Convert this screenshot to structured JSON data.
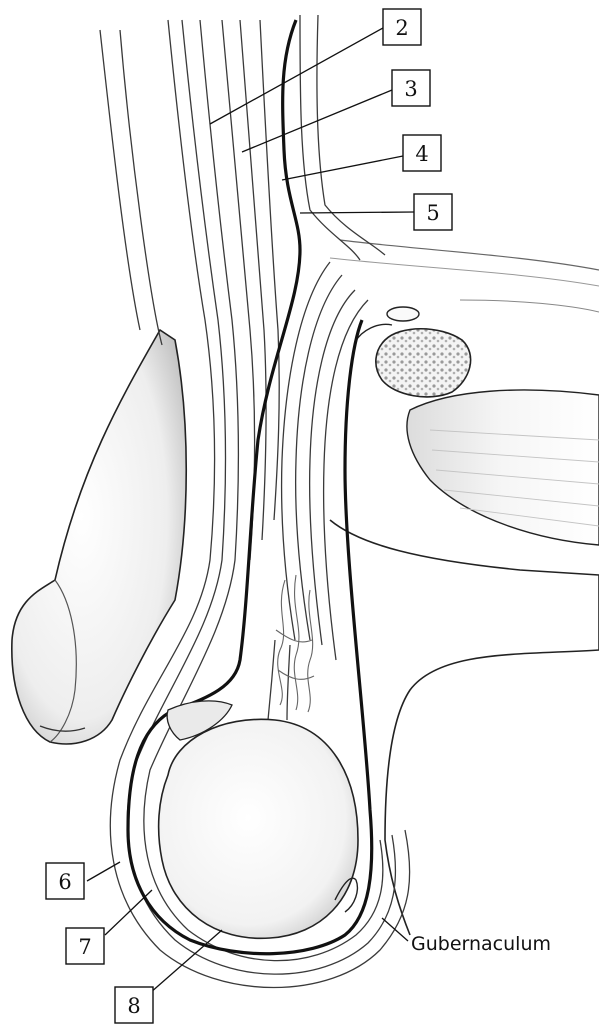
{
  "figure": {
    "labels": [
      {
        "id": "label-2",
        "text": "2"
      },
      {
        "id": "label-3",
        "text": "3"
      },
      {
        "id": "label-4",
        "text": "4"
      },
      {
        "id": "label-5",
        "text": "5"
      },
      {
        "id": "label-6",
        "text": "6"
      },
      {
        "id": "label-7",
        "text": "7"
      },
      {
        "id": "label-8",
        "text": "8"
      },
      {
        "id": "label-gubernaculum",
        "text": "Gubernaculum"
      }
    ]
  }
}
